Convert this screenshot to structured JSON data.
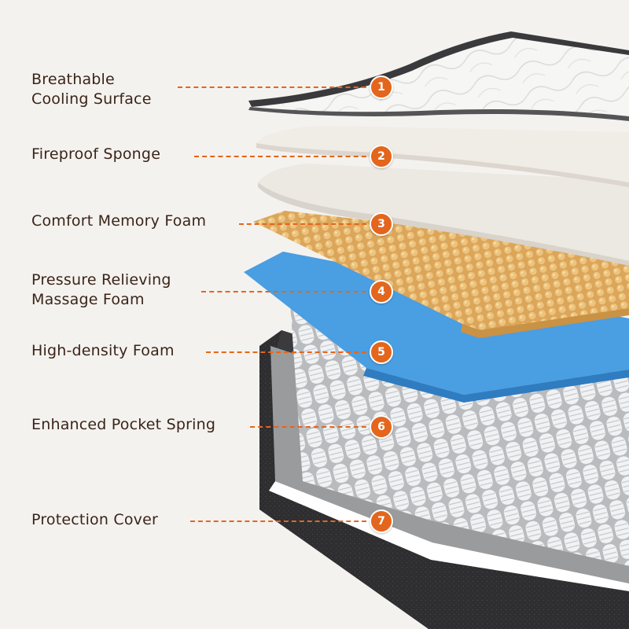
{
  "layers": [
    {
      "number": "1",
      "label": "Breathable\nCooling Surface"
    },
    {
      "number": "2",
      "label": "Fireproof Sponge"
    },
    {
      "number": "3",
      "label": "Comfort Memory Foam"
    },
    {
      "number": "4",
      "label": "Pressure Relieving\nMassage Foam"
    },
    {
      "number": "5",
      "label": "High-density Foam"
    },
    {
      "number": "6",
      "label": "Enhanced Pocket Spring"
    },
    {
      "number": "7",
      "label": "Protection Cover"
    }
  ],
  "colors": {
    "accent": "#e3661c",
    "text": "#3a2418",
    "background": "#f4f2ef",
    "memory_foam": "#e8bd6c",
    "massage_foam": "#3f92d8",
    "cover": "#2f2f31"
  }
}
